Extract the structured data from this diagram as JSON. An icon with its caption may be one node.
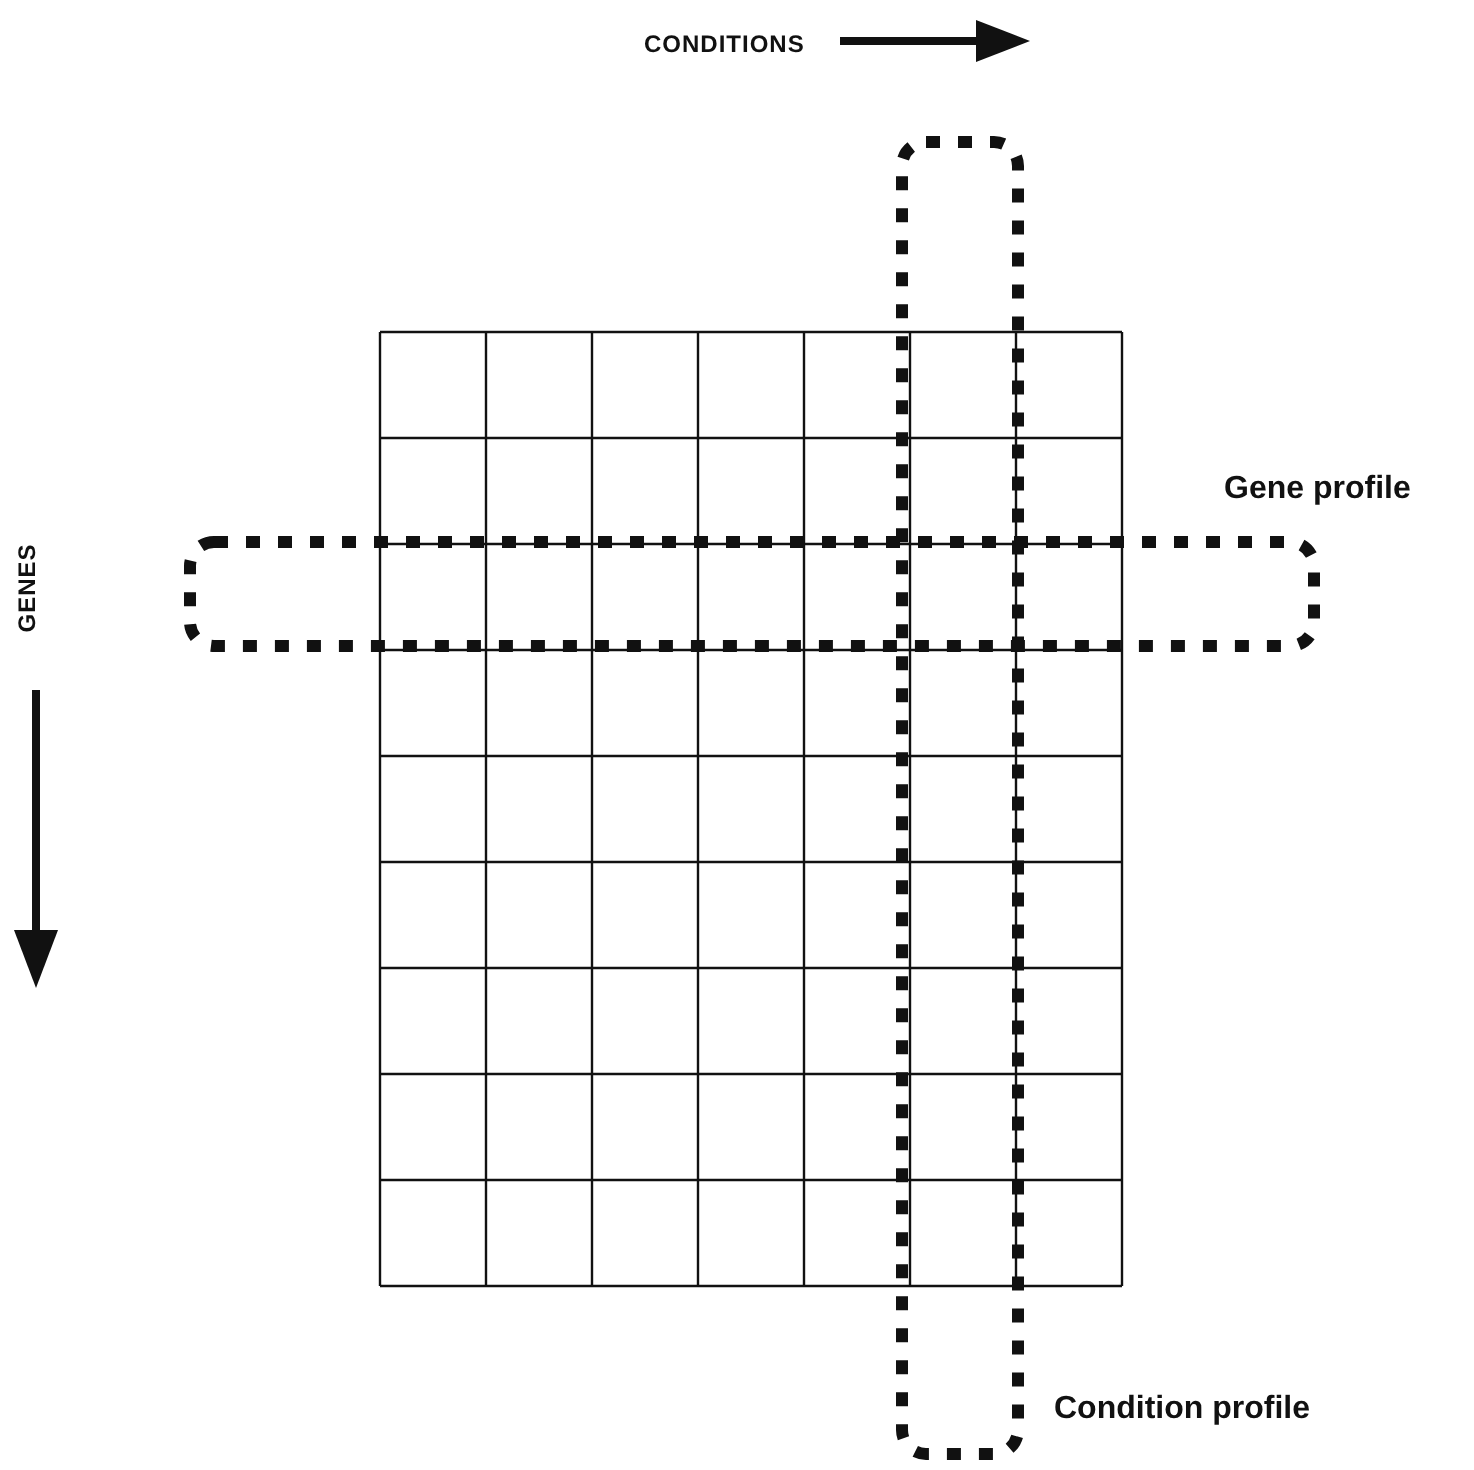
{
  "diagram": {
    "nodes": [
      {
        "text": [],
        "shape": "box",
        "beside": [
          "Gene profile"
        ]
      },
      {
        "text": [],
        "shape": "box",
        "beside": [
          "Condition profile"
        ]
      }
    ],
    "edges": [],
    "labels": [
      "CONDITIONS",
      "GENES"
    ]
  }
}
